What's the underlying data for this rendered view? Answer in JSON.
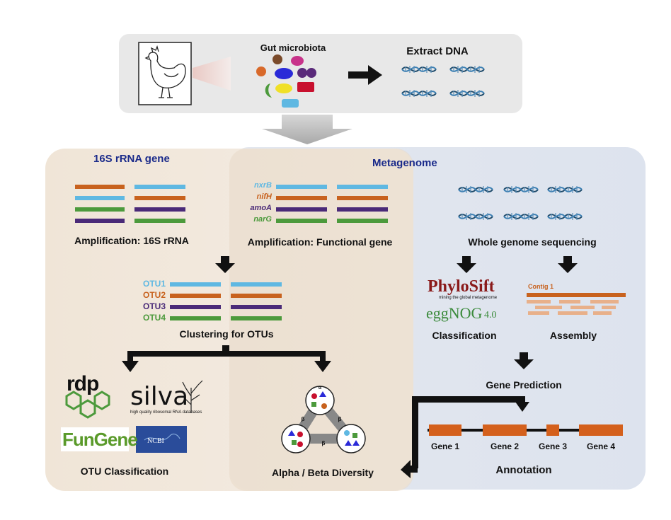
{
  "top": {
    "gut_label": "Gut microbiota",
    "extract_label": "Extract DNA"
  },
  "left_panel": {
    "title": "16S rRNA gene",
    "amp_16s_label": "Amplification: 16S rRNA",
    "amp_func_label": "Amplification: Functional gene",
    "functional_genes": [
      "nxrB",
      "nifH",
      "amoA",
      "narG"
    ],
    "otus": [
      "OTU1",
      "OTU2",
      "OTU3",
      "OTU4"
    ],
    "clustering_label": "Clustering for OTUs",
    "otu_class_label": "OTU Classification",
    "diversity_label": "Alpha / Beta Diversity",
    "alpha_symbol": "α",
    "beta_symbol": "β",
    "logos": {
      "rdp": "rdp",
      "silva": "silva",
      "silva_tagline": "high quality ribosomal RNA databases",
      "fungene": "FunGene",
      "ncbi": "NCBI"
    }
  },
  "right_panel": {
    "title": "Metagenome",
    "wgs_label": "Whole genome sequencing",
    "classification_label": "Classification",
    "assembly_label": "Assembly",
    "contig_label": "Contig 1",
    "gene_prediction_label": "Gene Prediction",
    "annotation_label": "Annotation",
    "genes": [
      "Gene 1",
      "Gene 2",
      "Gene 3",
      "Gene 4"
    ],
    "logos": {
      "phylosift": "PhyloSift",
      "phylosift_tagline": "mining the global metagenome",
      "eggnog": "eggNOG",
      "eggnog_version": "4.0"
    }
  },
  "colors": {
    "sky": "#5fb8e2",
    "orange": "#c8621e",
    "green": "#4c9a3c",
    "purple": "#4a2a78",
    "title_blue": "#1a2a8a",
    "gene_orange": "#d4601c"
  }
}
